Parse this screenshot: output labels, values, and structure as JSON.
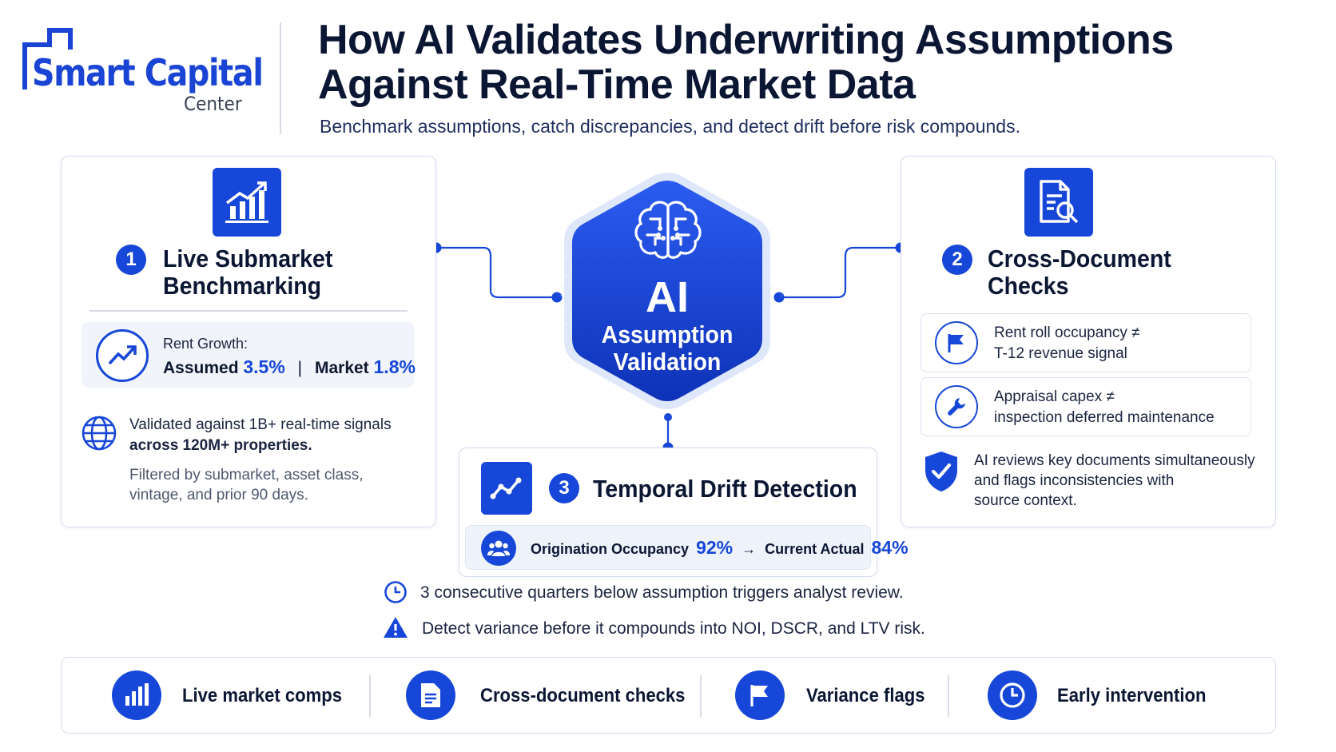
{
  "brand": {
    "name": "Smart Capital",
    "sub": "Center"
  },
  "header": {
    "title_line1": "How AI Validates Underwriting Assumptions",
    "title_line2": "Against Real-Time Market Data",
    "subtitle": "Benchmark assumptions, catch discrepancies, and detect drift before risk compounds."
  },
  "center": {
    "ai": "AI",
    "line1": "Assumption",
    "line2": "Validation"
  },
  "panel1": {
    "num": "1",
    "title_line1": "Live Submarket",
    "title_line2": "Benchmarking",
    "metric_label": "Rent Growth:",
    "assumed_label": "Assumed",
    "assumed_value": "3.5%",
    "sep": "|",
    "market_label": "Market",
    "market_value": "1.8%",
    "validated_line1": "Validated against 1B+ real-time signals",
    "validated_line2": "across 120M+ properties.",
    "filter_line1": "Filtered by submarket, asset class,",
    "filter_line2": "vintage, and prior 90 days."
  },
  "panel2": {
    "num": "2",
    "title_line1": "Cross-Document",
    "title_line2": "Checks",
    "check1_line1": "Rent roll occupancy ≠",
    "check1_line2": "T-12 revenue signal",
    "check2_line1": "Appraisal capex ≠",
    "check2_line2": "inspection deferred maintenance",
    "review_line1": "AI reviews key documents simultaneously",
    "review_line2": "and flags inconsistencies with",
    "review_line3": "source context."
  },
  "panel3": {
    "num": "3",
    "title": "Temporal Drift Detection",
    "orig_label": "Origination Occupancy",
    "orig_value": "92%",
    "arrow": "→",
    "current_label": "Current Actual",
    "current_value": "84%"
  },
  "notes": {
    "note1": "3 consecutive quarters below assumption triggers analyst review.",
    "note2": "Detect variance before it compounds into NOI, DSCR, and LTV risk."
  },
  "features": [
    {
      "label": "Live market comps",
      "icon": "bar-chart-icon"
    },
    {
      "label": "Cross-document checks",
      "icon": "document-icon"
    },
    {
      "label": "Variance flags",
      "icon": "flag-icon"
    },
    {
      "label": "Early intervention",
      "icon": "clock-icon"
    }
  ],
  "colors": {
    "primary": "#1747d8",
    "dark": "#0b1633",
    "border": "#d3dbee"
  }
}
